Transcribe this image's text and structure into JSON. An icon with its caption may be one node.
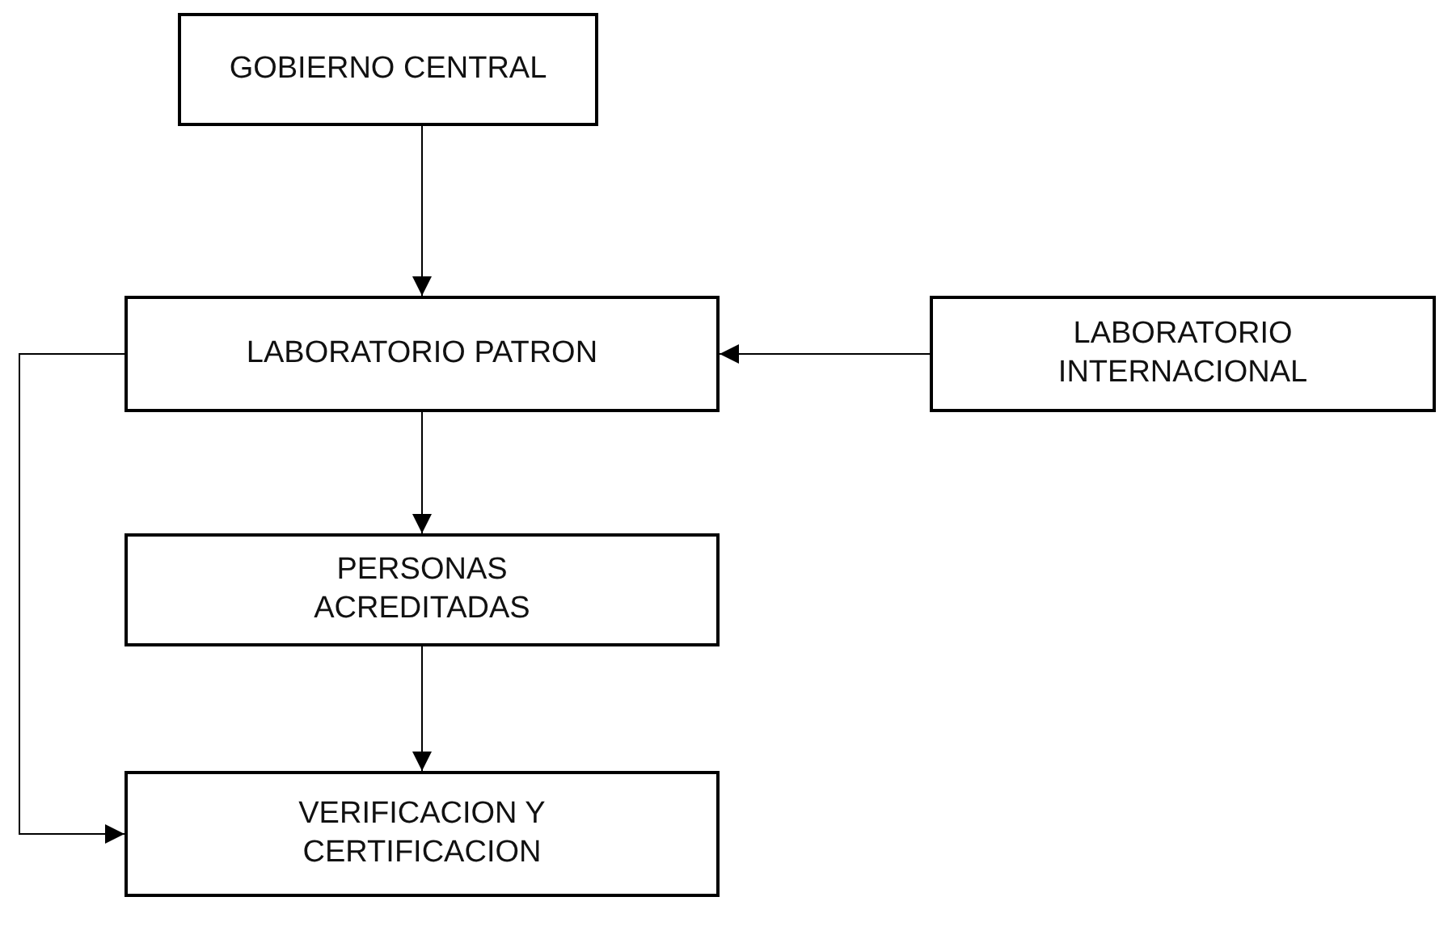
{
  "diagram": {
    "nodes": [
      {
        "text": [
          "GOBIERNO CENTRAL"
        ]
      },
      {
        "text": [
          "LABORATORIO PATRON"
        ]
      },
      {
        "text": [
          "LABORATORIO INTERNACIONAL"
        ]
      },
      {
        "text": [
          "PERSONAS ACREDITADAS"
        ]
      },
      {
        "text": [
          "VERIFICACION Y CERTIFICACION"
        ]
      }
    ],
    "edges": [
      {
        "from": 0,
        "to": 1,
        "arrow": "to"
      },
      {
        "from": 2,
        "to": 1,
        "arrow": "to"
      },
      {
        "from": 1,
        "to": 3,
        "arrow": "to"
      },
      {
        "from": 3,
        "to": 4,
        "arrow": "to"
      },
      {
        "from": 1,
        "to": 4,
        "arrow": "to"
      }
    ]
  }
}
